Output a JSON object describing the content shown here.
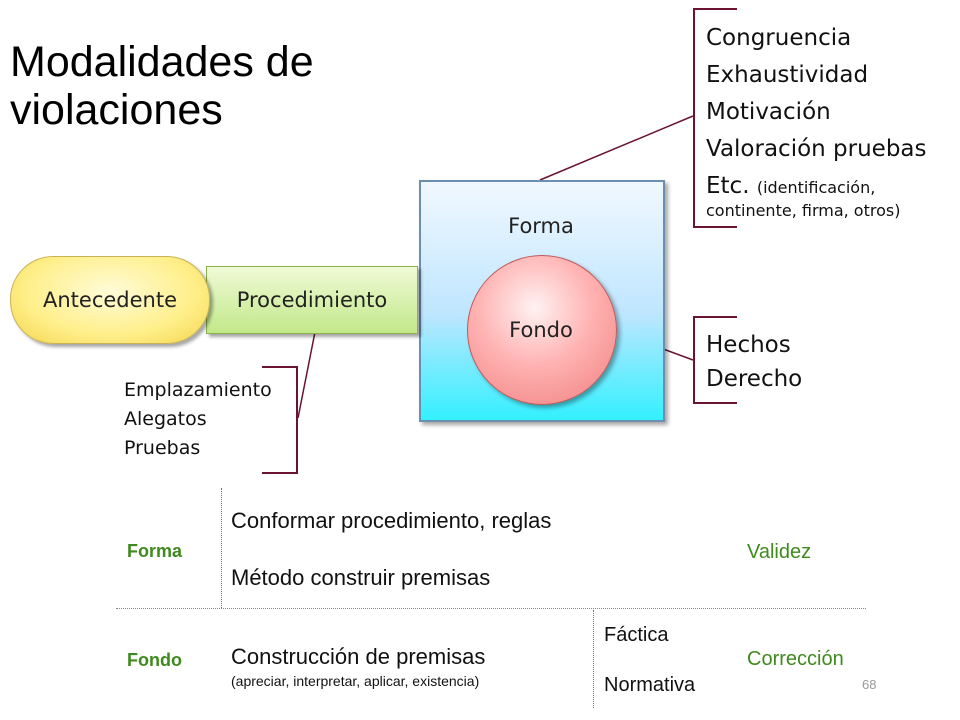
{
  "title": "Modalidades de violaciones",
  "diagram": {
    "antecedente": "Antecedente",
    "procedimiento": "Procedimiento",
    "forma": "Forma",
    "fondo": "Fondo",
    "forma_list": [
      "Congruencia",
      "Exhaustividad",
      "Motivación",
      "Valoración pruebas",
      "Etc."
    ],
    "forma_list_note_1": "(identificación,",
    "forma_list_note_2": "continente, firma, otros)",
    "fondo_list": [
      "Hechos",
      "Derecho"
    ],
    "procedimiento_list": [
      "Emplazamiento",
      "Alegatos",
      "Pruebas"
    ]
  },
  "table": {
    "forma_label": "Forma",
    "forma_line1": "Conformar procedimiento, reglas",
    "forma_line2": "Método construir premisas",
    "forma_result": "Validez",
    "fondo_label": "Fondo",
    "fondo_line1": "Construcción de premisas",
    "fondo_line2": "(apreciar, interpretar, aplicar, existencia)",
    "fondo_sub1": "Fáctica",
    "fondo_sub2": "Normativa",
    "fondo_result": "Corrección"
  },
  "page_number": "68",
  "colors": {
    "bracket": "#6b1432",
    "green_text": "#3f8a1e"
  }
}
